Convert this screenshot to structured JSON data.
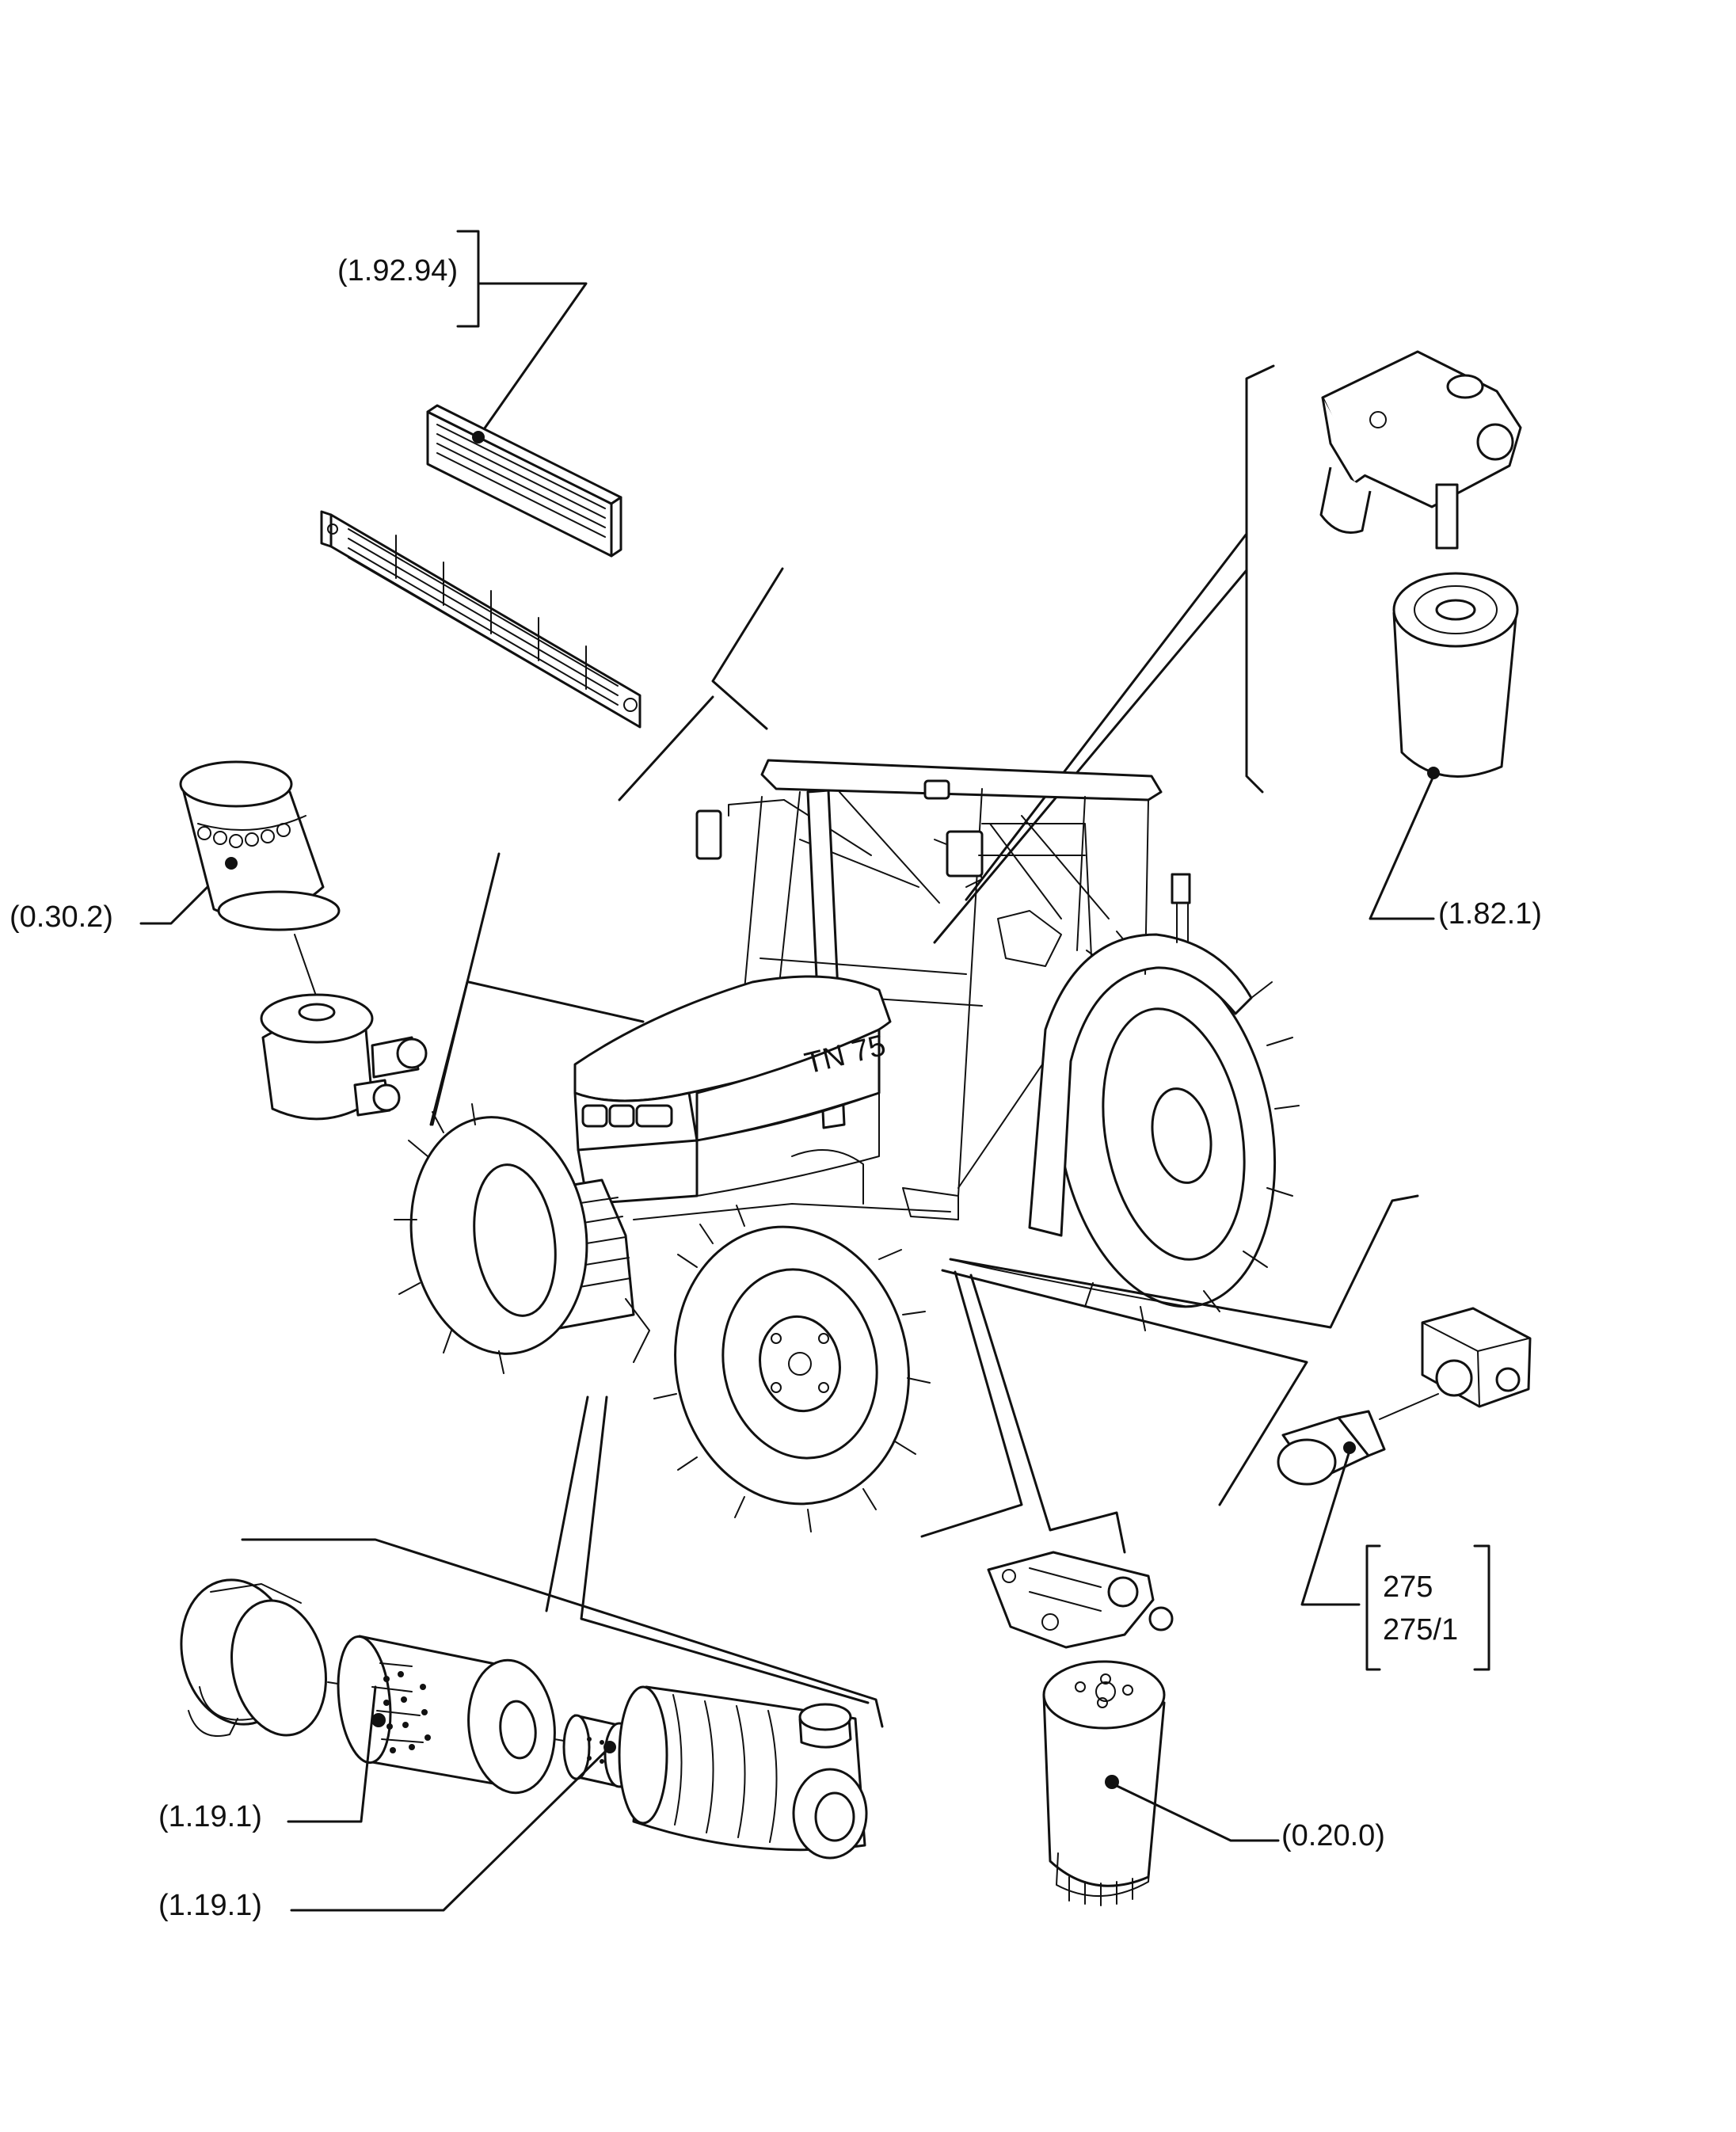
{
  "diagram": {
    "callouts": {
      "cab_air_filter": "(1.92.94)",
      "engine_oil_filter": "(0.30.2)",
      "hydraulic_filter": "(1.82.1)",
      "sensor_lines": [
        "275",
        "275/1"
      ],
      "fuel_filter": "(0.20.0)",
      "air_filter_outer": "(1.19.1)",
      "air_filter_inner": "(1.19.1)"
    },
    "tractor": {
      "hood_badge": "TN 75"
    }
  },
  "colors": {
    "line": "#111111",
    "background": "#ffffff"
  }
}
